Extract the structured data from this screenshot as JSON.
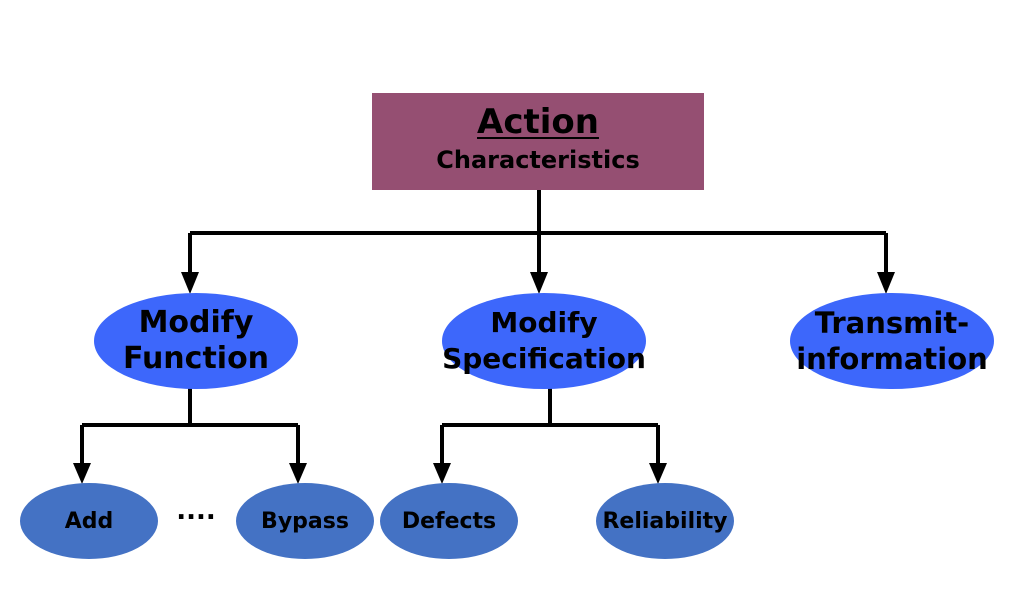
{
  "root": {
    "title": "Action",
    "subtitle": "Characteristics"
  },
  "level1": {
    "modify_function": [
      "Modify",
      "Function"
    ],
    "modify_specification": [
      "Modify",
      "Specification"
    ],
    "transmit_information": [
      "Transmit-",
      "information"
    ]
  },
  "level2": {
    "add": "Add",
    "ellipsis": "....",
    "bypass": "Bypass",
    "defects": "Defects",
    "reliability": "Reliability"
  },
  "colors": {
    "root": "#954f72",
    "level1": "#3d67fb",
    "level2": "#4472c4",
    "connector": "#000000"
  }
}
